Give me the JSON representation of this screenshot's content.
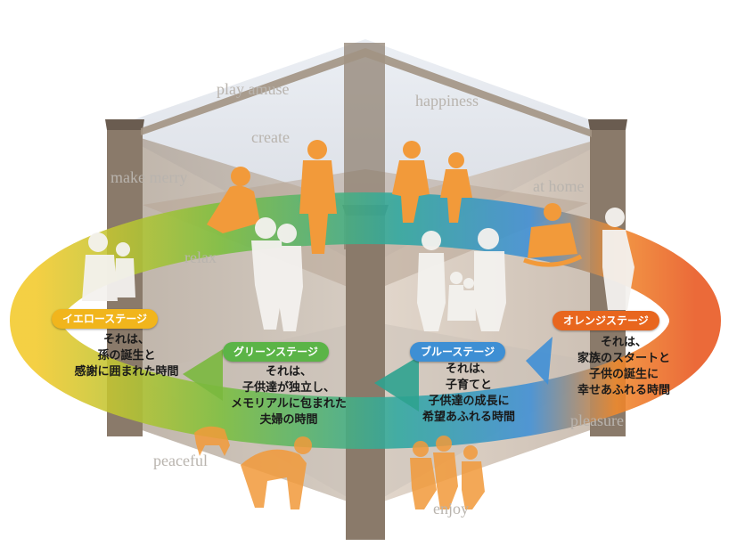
{
  "mood_words": {
    "play_amuse": "play amuse",
    "happiness": "happiness",
    "create": "create",
    "make_merry": "make merry",
    "at_home": "at home",
    "relax": "relax",
    "pleasure": "pleasure",
    "peaceful": "peaceful",
    "enjoy": "enjoy"
  },
  "stages": {
    "yellow": {
      "label": "イエローステージ",
      "color": "#f1b51c",
      "lines": [
        "それは、",
        "孫の誕生と",
        "感謝に囲まれた時間"
      ]
    },
    "green": {
      "label": "グリーンステージ",
      "color": "#5bb447",
      "lines": [
        "それは、",
        "子供達が独立し、",
        "メモリアルに包まれた",
        "夫婦の時間"
      ]
    },
    "blue": {
      "label": "ブルーステージ",
      "color": "#3e8fd4",
      "lines": [
        "それは、",
        "子育てと",
        "子供達の成長に",
        "希望あふれる時間"
      ]
    },
    "orange": {
      "label": "オレンジステージ",
      "color": "#e8661e",
      "lines": [
        "それは、",
        "家族のスタートと",
        "子供の誕生に",
        "幸せあふれる時間"
      ]
    }
  },
  "colors": {
    "figure_orange": "#f29a3a",
    "figure_white": "#f4f2ef",
    "cube_frame": "#8a7a6a"
  }
}
